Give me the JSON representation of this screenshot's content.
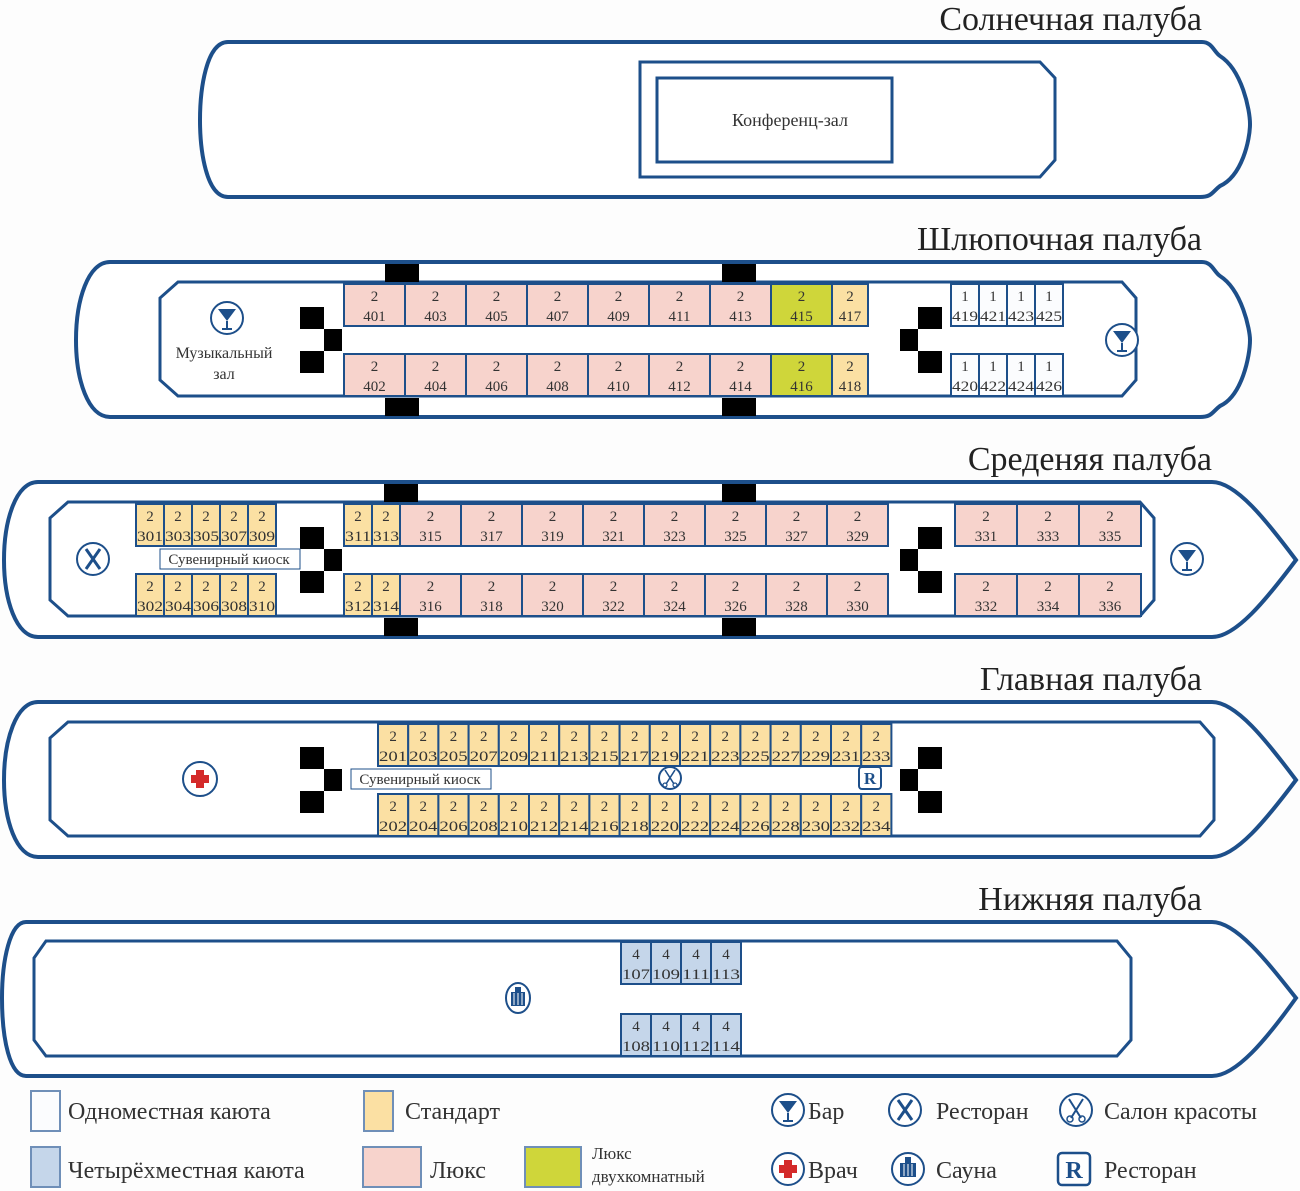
{
  "colors": {
    "outline": "#1d4f8a",
    "single": "#fbfcfe",
    "standard": "#fbe0a3",
    "lux": "#f7d3cc",
    "lux_two_room": "#cfd63a",
    "four_berth": "#c5d6ea",
    "doctor_red": "#d42a2a"
  },
  "decks": {
    "sun": {
      "title": "Солнечная палуба",
      "rooms": [
        {
          "label": "Конференц-зал"
        }
      ]
    },
    "boat": {
      "title": "Шлюпочная палуба",
      "music_hall": [
        "Музыкальный",
        "зал"
      ],
      "top_row": [
        {
          "berths": "2",
          "num": "401",
          "type": "lux"
        },
        {
          "berths": "2",
          "num": "403",
          "type": "lux"
        },
        {
          "berths": "2",
          "num": "405",
          "type": "lux"
        },
        {
          "berths": "2",
          "num": "407",
          "type": "lux"
        },
        {
          "berths": "2",
          "num": "409",
          "type": "lux"
        },
        {
          "berths": "2",
          "num": "411",
          "type": "lux"
        },
        {
          "berths": "2",
          "num": "413",
          "type": "lux"
        },
        {
          "berths": "2",
          "num": "415",
          "type": "lux_two_room"
        },
        {
          "berths": "2",
          "num": "417",
          "type": "standard"
        }
      ],
      "bottom_row": [
        {
          "berths": "2",
          "num": "402",
          "type": "lux"
        },
        {
          "berths": "2",
          "num": "404",
          "type": "lux"
        },
        {
          "berths": "2",
          "num": "406",
          "type": "lux"
        },
        {
          "berths": "2",
          "num": "408",
          "type": "lux"
        },
        {
          "berths": "2",
          "num": "410",
          "type": "lux"
        },
        {
          "berths": "2",
          "num": "412",
          "type": "lux"
        },
        {
          "berths": "2",
          "num": "414",
          "type": "lux"
        },
        {
          "berths": "2",
          "num": "416",
          "type": "lux_two_room"
        },
        {
          "berths": "2",
          "num": "418",
          "type": "standard"
        }
      ],
      "fwd_top": [
        {
          "berths": "1",
          "num": "419",
          "type": "single"
        },
        {
          "berths": "1",
          "num": "421",
          "type": "single"
        },
        {
          "berths": "1",
          "num": "423",
          "type": "single"
        },
        {
          "berths": "1",
          "num": "425",
          "type": "single"
        }
      ],
      "fwd_bottom": [
        {
          "berths": "1",
          "num": "420",
          "type": "single"
        },
        {
          "berths": "1",
          "num": "422",
          "type": "single"
        },
        {
          "berths": "1",
          "num": "424",
          "type": "single"
        },
        {
          "berths": "1",
          "num": "426",
          "type": "single"
        }
      ]
    },
    "middle": {
      "title": "Средеyяя палуба",
      "kiosk": "Сувенирный киоск",
      "aft_top": [
        {
          "berths": "2",
          "num": "301",
          "type": "standard"
        },
        {
          "berths": "2",
          "num": "303",
          "type": "standard"
        },
        {
          "berths": "2",
          "num": "305",
          "type": "standard"
        },
        {
          "berths": "2",
          "num": "307",
          "type": "standard"
        },
        {
          "berths": "2",
          "num": "309",
          "type": "standard"
        }
      ],
      "aft_bottom": [
        {
          "berths": "2",
          "num": "302",
          "type": "standard"
        },
        {
          "berths": "2",
          "num": "304",
          "type": "standard"
        },
        {
          "berths": "2",
          "num": "306",
          "type": "standard"
        },
        {
          "berths": "2",
          "num": "308",
          "type": "standard"
        },
        {
          "berths": "2",
          "num": "310",
          "type": "standard"
        }
      ],
      "mid_top": [
        {
          "berths": "2",
          "num": "311",
          "type": "standard"
        },
        {
          "berths": "2",
          "num": "313",
          "type": "standard"
        },
        {
          "berths": "2",
          "num": "315",
          "type": "lux"
        },
        {
          "berths": "2",
          "num": "317",
          "type": "lux"
        },
        {
          "berths": "2",
          "num": "319",
          "type": "lux"
        },
        {
          "berths": "2",
          "num": "321",
          "type": "lux"
        },
        {
          "berths": "2",
          "num": "323",
          "type": "lux"
        },
        {
          "berths": "2",
          "num": "325",
          "type": "lux"
        },
        {
          "berths": "2",
          "num": "327",
          "type": "lux"
        },
        {
          "berths": "2",
          "num": "329",
          "type": "lux"
        }
      ],
      "mid_bottom": [
        {
          "berths": "2",
          "num": "312",
          "type": "standard"
        },
        {
          "berths": "2",
          "num": "314",
          "type": "standard"
        },
        {
          "berths": "2",
          "num": "316",
          "type": "lux"
        },
        {
          "berths": "2",
          "num": "318",
          "type": "lux"
        },
        {
          "berths": "2",
          "num": "320",
          "type": "lux"
        },
        {
          "berths": "2",
          "num": "322",
          "type": "lux"
        },
        {
          "berths": "2",
          "num": "324",
          "type": "lux"
        },
        {
          "berths": "2",
          "num": "326",
          "type": "lux"
        },
        {
          "berths": "2",
          "num": "328",
          "type": "lux"
        },
        {
          "berths": "2",
          "num": "330",
          "type": "lux"
        }
      ],
      "fwd_top": [
        {
          "berths": "2",
          "num": "331",
          "type": "lux"
        },
        {
          "berths": "2",
          "num": "333",
          "type": "lux"
        },
        {
          "berths": "2",
          "num": "335",
          "type": "lux"
        }
      ],
      "fwd_bottom": [
        {
          "berths": "2",
          "num": "332",
          "type": "lux"
        },
        {
          "berths": "2",
          "num": "334",
          "type": "lux"
        },
        {
          "berths": "2",
          "num": "336",
          "type": "lux"
        }
      ]
    },
    "main": {
      "title": "Главная палуба",
      "kiosk": "Сувенирный киоск",
      "top_row": [
        {
          "berths": "2",
          "num": "201",
          "type": "standard"
        },
        {
          "berths": "2",
          "num": "203",
          "type": "standard"
        },
        {
          "berths": "2",
          "num": "205",
          "type": "standard"
        },
        {
          "berths": "2",
          "num": "207",
          "type": "standard"
        },
        {
          "berths": "2",
          "num": "209",
          "type": "standard"
        },
        {
          "berths": "2",
          "num": "211",
          "type": "standard"
        },
        {
          "berths": "2",
          "num": "213",
          "type": "standard"
        },
        {
          "berths": "2",
          "num": "215",
          "type": "standard"
        },
        {
          "berths": "2",
          "num": "217",
          "type": "standard"
        },
        {
          "berths": "2",
          "num": "219",
          "type": "standard"
        },
        {
          "berths": "2",
          "num": "221",
          "type": "standard"
        },
        {
          "berths": "2",
          "num": "223",
          "type": "standard"
        },
        {
          "berths": "2",
          "num": "225",
          "type": "standard"
        },
        {
          "berths": "2",
          "num": "227",
          "type": "standard"
        },
        {
          "berths": "2",
          "num": "229",
          "type": "standard"
        },
        {
          "berths": "2",
          "num": "231",
          "type": "standard"
        },
        {
          "berths": "2",
          "num": "233",
          "type": "standard"
        }
      ],
      "bottom_row": [
        {
          "berths": "2",
          "num": "202",
          "type": "standard"
        },
        {
          "berths": "2",
          "num": "204",
          "type": "standard"
        },
        {
          "berths": "2",
          "num": "206",
          "type": "standard"
        },
        {
          "berths": "2",
          "num": "208",
          "type": "standard"
        },
        {
          "berths": "2",
          "num": "210",
          "type": "standard"
        },
        {
          "berths": "2",
          "num": "212",
          "type": "standard"
        },
        {
          "berths": "2",
          "num": "214",
          "type": "standard"
        },
        {
          "berths": "2",
          "num": "216",
          "type": "standard"
        },
        {
          "berths": "2",
          "num": "218",
          "type": "standard"
        },
        {
          "berths": "2",
          "num": "220",
          "type": "standard"
        },
        {
          "berths": "2",
          "num": "222",
          "type": "standard"
        },
        {
          "berths": "2",
          "num": "224",
          "type": "standard"
        },
        {
          "berths": "2",
          "num": "226",
          "type": "standard"
        },
        {
          "berths": "2",
          "num": "228",
          "type": "standard"
        },
        {
          "berths": "2",
          "num": "230",
          "type": "standard"
        },
        {
          "berths": "2",
          "num": "232",
          "type": "standard"
        },
        {
          "berths": "2",
          "num": "234",
          "type": "standard"
        }
      ]
    },
    "lower": {
      "title": "Нижняя палуба",
      "top_row": [
        {
          "berths": "4",
          "num": "107",
          "type": "four_berth"
        },
        {
          "berths": "4",
          "num": "109",
          "type": "four_berth"
        },
        {
          "berths": "4",
          "num": "111",
          "type": "four_berth"
        },
        {
          "berths": "4",
          "num": "113",
          "type": "four_berth"
        }
      ],
      "bottom_row": [
        {
          "berths": "4",
          "num": "108",
          "type": "four_berth"
        },
        {
          "berths": "4",
          "num": "110",
          "type": "four_berth"
        },
        {
          "berths": "4",
          "num": "112",
          "type": "four_berth"
        },
        {
          "berths": "4",
          "num": "114",
          "type": "four_berth"
        }
      ]
    }
  },
  "legend": {
    "cabin_types": [
      {
        "type": "single",
        "label": "Одноместная каюта"
      },
      {
        "type": "standard",
        "label": "Стандарт"
      },
      {
        "type": "four_berth",
        "label": "Четырёхместная каюта"
      },
      {
        "type": "lux",
        "label": "Люкс"
      },
      {
        "type": "lux_two_room",
        "label_lines": [
          "Люкс",
          "двухкомнатный"
        ]
      }
    ],
    "icons": [
      {
        "icon": "bar-icon",
        "label": "Бар"
      },
      {
        "icon": "restaurant-icon",
        "label": "Ресторан"
      },
      {
        "icon": "beauty-salon-icon",
        "label": "Салон красоты"
      },
      {
        "icon": "doctor-icon",
        "label": "Врач"
      },
      {
        "icon": "sauna-icon",
        "label": "Сауна"
      },
      {
        "icon": "restaurant-r-icon",
        "label": "Ресторан"
      }
    ]
  }
}
